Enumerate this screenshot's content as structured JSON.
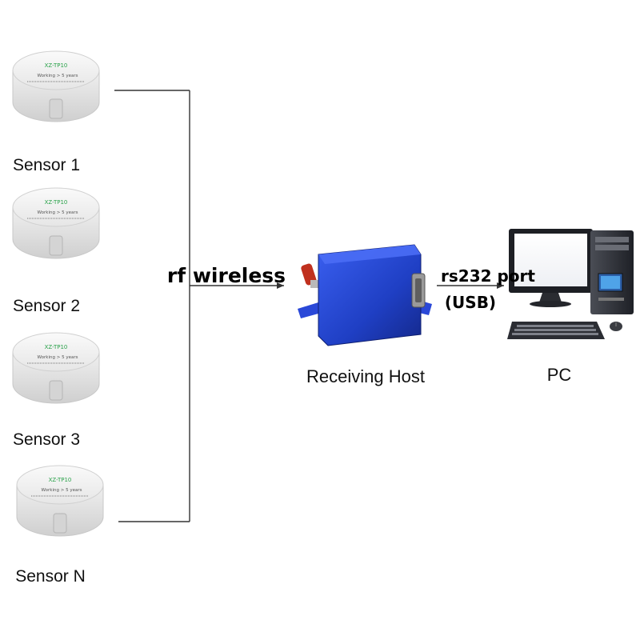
{
  "sensors": [
    {
      "label": "Sensor 1",
      "model": "XZ-TP10",
      "spec": "Working  > 5 years"
    },
    {
      "label": "Sensor 2",
      "model": "XZ-TP10",
      "spec": "Working  > 5 years"
    },
    {
      "label": "Sensor 3",
      "model": "XZ-TP10",
      "spec": "Working  > 5 years"
    },
    {
      "label": "Sensor N",
      "model": "XZ-TP10",
      "spec": "Working  > 5 years"
    }
  ],
  "link_rf": "rf wireless",
  "receiver": {
    "label": "Receiving Host"
  },
  "link_serial": {
    "line1": "rs232 port",
    "line2": "(USB)"
  },
  "pc": {
    "label": "PC"
  },
  "colors": {
    "receiver_body": "#2244cc",
    "antenna": "#c0301e",
    "line": "#333333"
  }
}
